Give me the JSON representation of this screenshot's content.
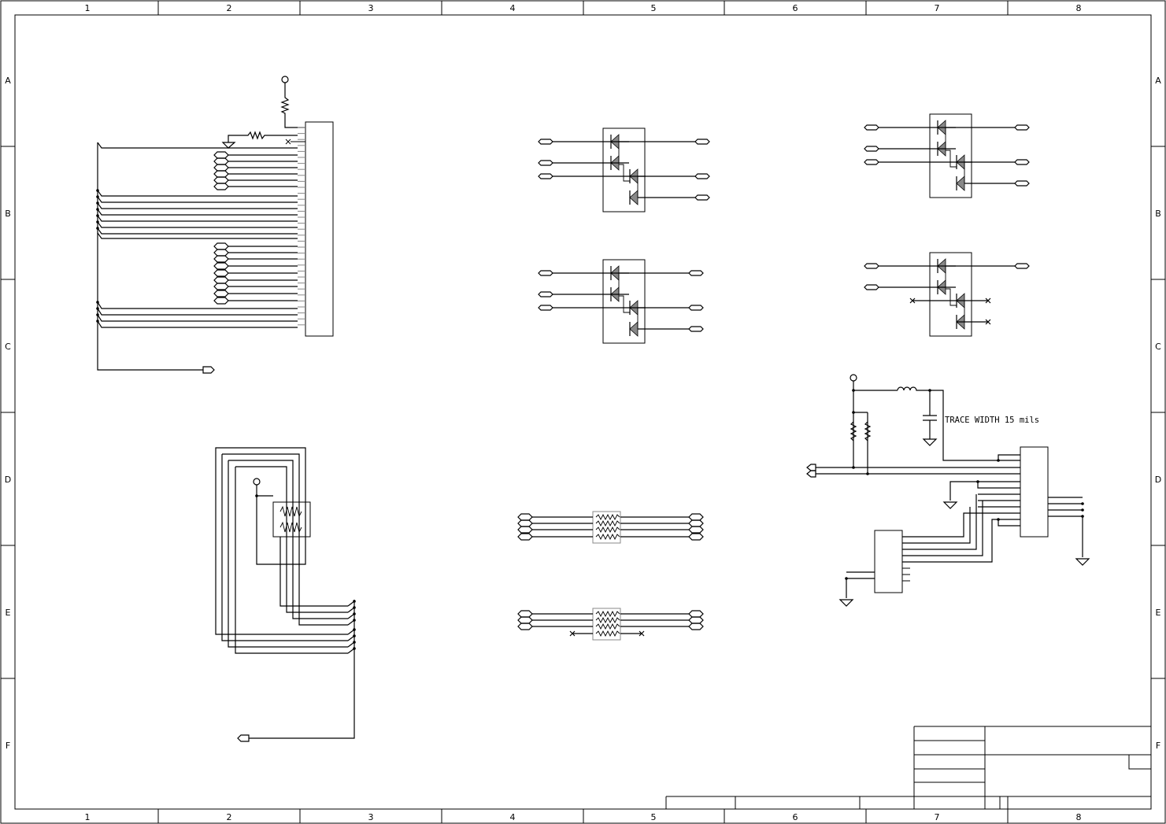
{
  "border": {
    "columns": [
      "1",
      "2",
      "3",
      "4",
      "5",
      "6",
      "7",
      "8"
    ],
    "rows": [
      "A",
      "B",
      "C",
      "D",
      "E",
      "F"
    ]
  },
  "notes": {
    "trace_width": "TRACE WIDTH 15 mils"
  },
  "title_block": {}
}
